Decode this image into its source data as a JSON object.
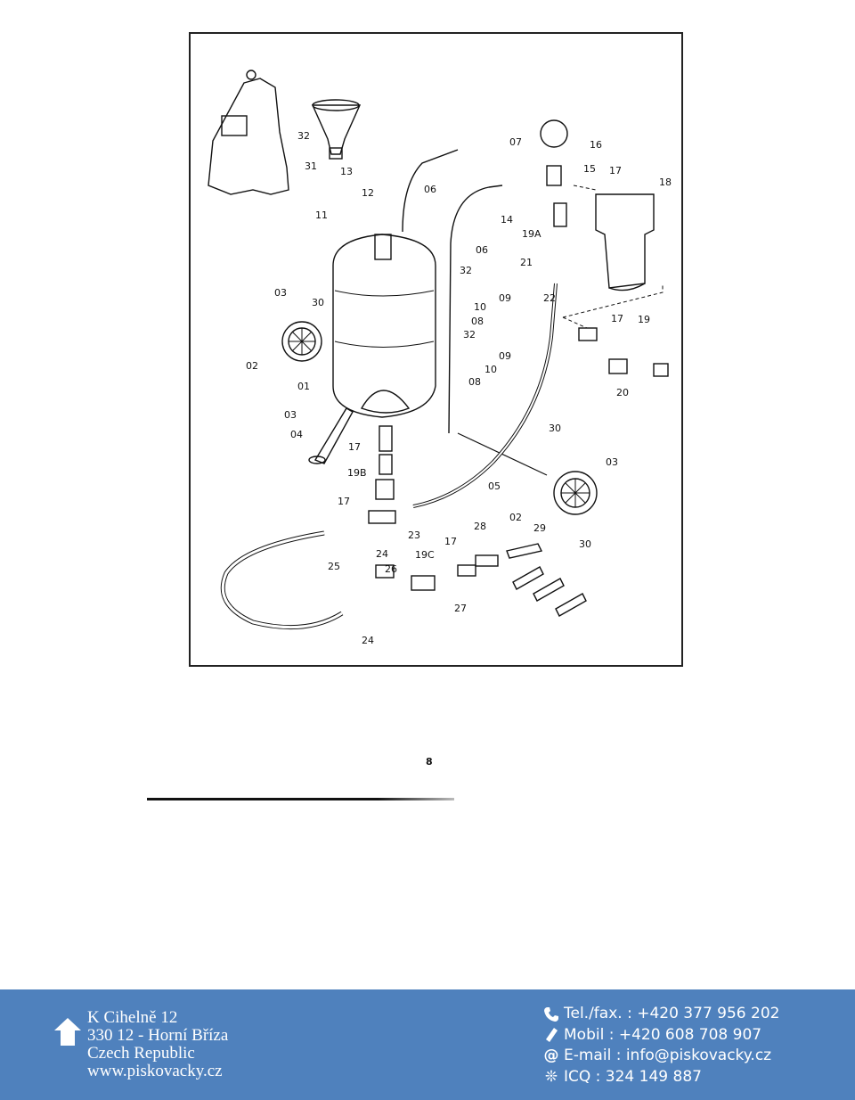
{
  "diagram": {
    "callouts": [
      "32",
      "31",
      "13",
      "12",
      "11",
      "06",
      "07",
      "14",
      "16",
      "15",
      "17",
      "18",
      "19A",
      "21",
      "22",
      "06",
      "32",
      "09",
      "10",
      "08",
      "32",
      "09",
      "10",
      "08",
      "03",
      "30",
      "02",
      "01",
      "03",
      "04",
      "17",
      "19B",
      "17",
      "23",
      "24",
      "25",
      "26",
      "19C",
      "17",
      "28",
      "29",
      "27",
      "24",
      "02",
      "30",
      "03",
      "30",
      "05",
      "17",
      "19",
      "20"
    ]
  },
  "page": {
    "number": "8"
  },
  "footer": {
    "address": [
      "K Cihelně 12",
      "330 12 - Horní Bříza",
      "Czech Republic",
      "www.piskovacky.cz"
    ],
    "contacts": [
      {
        "icon": "phone-icon",
        "text": "Tel./fax. : +420 377 956 202"
      },
      {
        "icon": "mobile-icon",
        "text": "Mobil : +420 608 708 907"
      },
      {
        "icon": "at-icon",
        "glyph": "@",
        "text": "E-mail : info@piskovacky.cz"
      },
      {
        "icon": "icq-flower-icon",
        "glyph": "❊",
        "text": "ICQ : 324 149 887"
      }
    ],
    "colors": {
      "background": "#4f81bd",
      "text": "#ffffff"
    }
  }
}
